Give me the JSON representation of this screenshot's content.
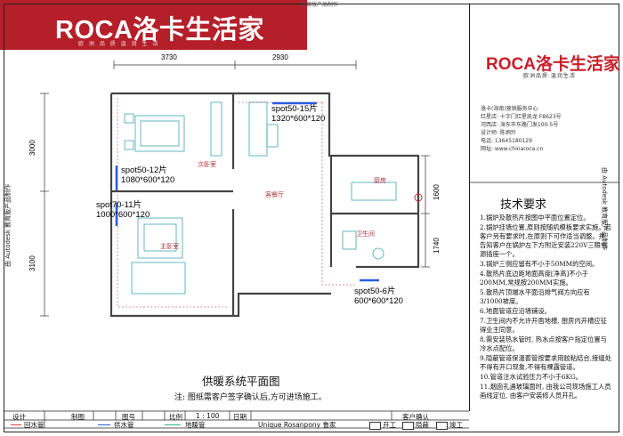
{
  "brand": {
    "logo": "ROCA洛卡生活家",
    "slogan": "欧 洲 品 质   温 润 生 活",
    "logo_small": "ROCA洛卡生活家",
    "slogan_small": "欧洲品质·温润生活",
    "watermark_top": "教育版产品制作",
    "watermark_side": "由 Autodesk 教育版产品制作",
    "red": "#b51f29"
  },
  "info_lines": [
    "洛卡(海南)营销服务中心",
    "红星店: 十字门红星凯龙 F8623号",
    "河西店: 海东市东路门发100-5号",
    "设计师: 陈炳玲",
    "电话: 13645180129",
    "网址: www.chinaroca.cn"
  ],
  "requirements": {
    "title": "技术要求",
    "items": [
      "1.锅炉及散热片按图中平面位置定位。",
      "2.锅炉挂墙位置,原则按随机模板要求实施。若客户另有要求时,在原则下可作适当调整。并告知客户在锅炉左下方附近安装220V三眼电源插座一个。",
      "3.锅炉三侧应留有不小于50MM的空间。",
      "4.散热片底边距地面高度[净高]不小于200MM,常规按200MM实施。",
      "5.散热片顶端水平面沿排气阀方向应有3/1000坡度。",
      "6.地面管道应沿墙铺设。",
      "7.卫生间内不允许开凿地槽, 厨房内开槽应征得业主同意。",
      "8.需安装热水管时, 热水点按客户指定位置与冷水点配位。",
      "9.隐蔽管道保温套管按要求用胶粘结合,接缝处不得有开口现象,不得有裸露管道。",
      "10.管道注水试验压力不小于6KG。",
      "11.烟囱孔遇玻璃面时, 由我公司现场施工人员画线定位, 由客户安装修人员开孔。"
    ]
  },
  "plan": {
    "title": "供暖系统平面图",
    "note": "注: 图纸需客户签字确认后,方可进场施工。",
    "dims_top": [
      "3730",
      "2930"
    ],
    "dims_left": [
      "3000",
      "3100"
    ],
    "dims_right": [
      "1600",
      "1740"
    ],
    "rooms": {
      "secondary_bedroom": "次卧室",
      "master_bedroom": "主卧室",
      "living_dining": "客餐厅",
      "kitchen": "厨房",
      "bathroom": "卫生间"
    },
    "radiators": [
      {
        "model": "spot50-15片",
        "size": "1320*600*120"
      },
      {
        "model": "spot50-12片",
        "size": "1080*600*120"
      },
      {
        "model": "spot70-11片",
        "size": "1000*600*120"
      },
      {
        "model": "spot50-6片",
        "size": "600*600*120"
      }
    ]
  },
  "title_block": {
    "row1": [
      "设计",
      "制图",
      "图号",
      "比例",
      "1 : 100",
      "日期",
      "客户确认"
    ],
    "row2_legend": [
      {
        "label": "回水管",
        "color": "#e03a3a"
      },
      {
        "label": "供水管",
        "color": "#2a5ee0"
      },
      {
        "label": "地暖管",
        "color": "#2bb58a"
      }
    ],
    "overlap_text": "Unique Rosanpony 鲁家",
    "stages": [
      "开工",
      "隐蔽",
      "竣工"
    ]
  }
}
